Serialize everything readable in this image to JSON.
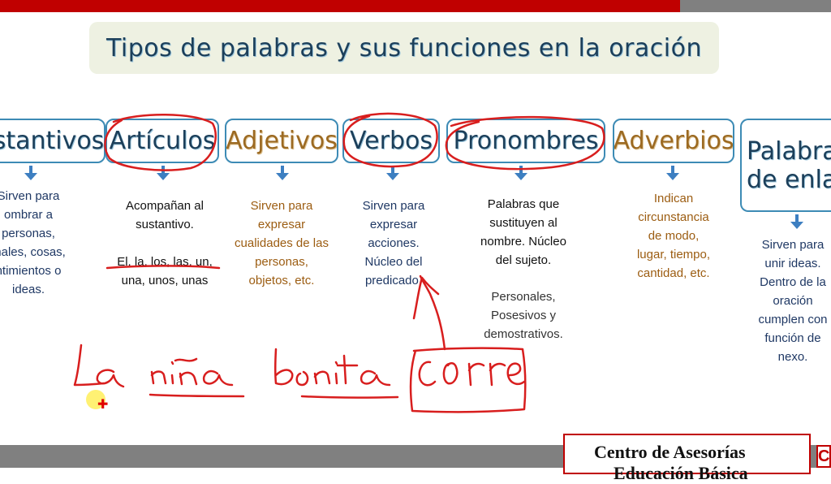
{
  "title": "Tipos de palabras y sus funciones en la oración",
  "categories": [
    {
      "label": "stantivos",
      "color": "blue",
      "desc": "Sirven para\nombrar a\npersonas,\nmales, cosas,\nntimientos o\nideas."
    },
    {
      "label": "Artículos",
      "color": "blue",
      "desc": "Acompañan al\nsustantivo.",
      "examples": "El, la, los, las, un,\nuna, unos, unas"
    },
    {
      "label": "Adjetivos",
      "color": "brown",
      "desc": "Sirven para\nexpresar\ncualidades de las\npersonas,\nobjetos, etc."
    },
    {
      "label": "Verbos",
      "color": "blue",
      "desc": "Sirven para\nexpresar\nacciones.\nNúcleo del\npredicado."
    },
    {
      "label": "Pronombres",
      "color": "blue",
      "desc": "Palabras que\nsustituyen al\nnombre. Núcleo\ndel sujeto.",
      "examples": "Personales,\nPosesivos y\ndemostrativos."
    },
    {
      "label": "Adverbios",
      "color": "brown",
      "desc": "Indican\ncircunstancia\nde modo,\nlugar, tiempo,\ncantidad, etc."
    },
    {
      "label_line1": "Palabras",
      "label_line2": "de enlace",
      "color": "blue",
      "desc": "Sirven para\nunir ideas.\nDentro de la\noración\ncumplen con\nfunción de\nnexo."
    }
  ],
  "handwriting": {
    "words": [
      "La",
      "niña",
      "bonita",
      "corre"
    ],
    "color": "#d81e1e"
  },
  "logo": {
    "line1": "Centro de Asesorías",
    "line2": "Educación Básica"
  },
  "colors": {
    "top_bar_red": "#c00000",
    "bar_gray": "#808080",
    "box_border": "#3d8bb5",
    "heading_blue": "#1c3f5a",
    "heading_brown": "#9c6a22",
    "ink_red": "#d81e1e"
  }
}
